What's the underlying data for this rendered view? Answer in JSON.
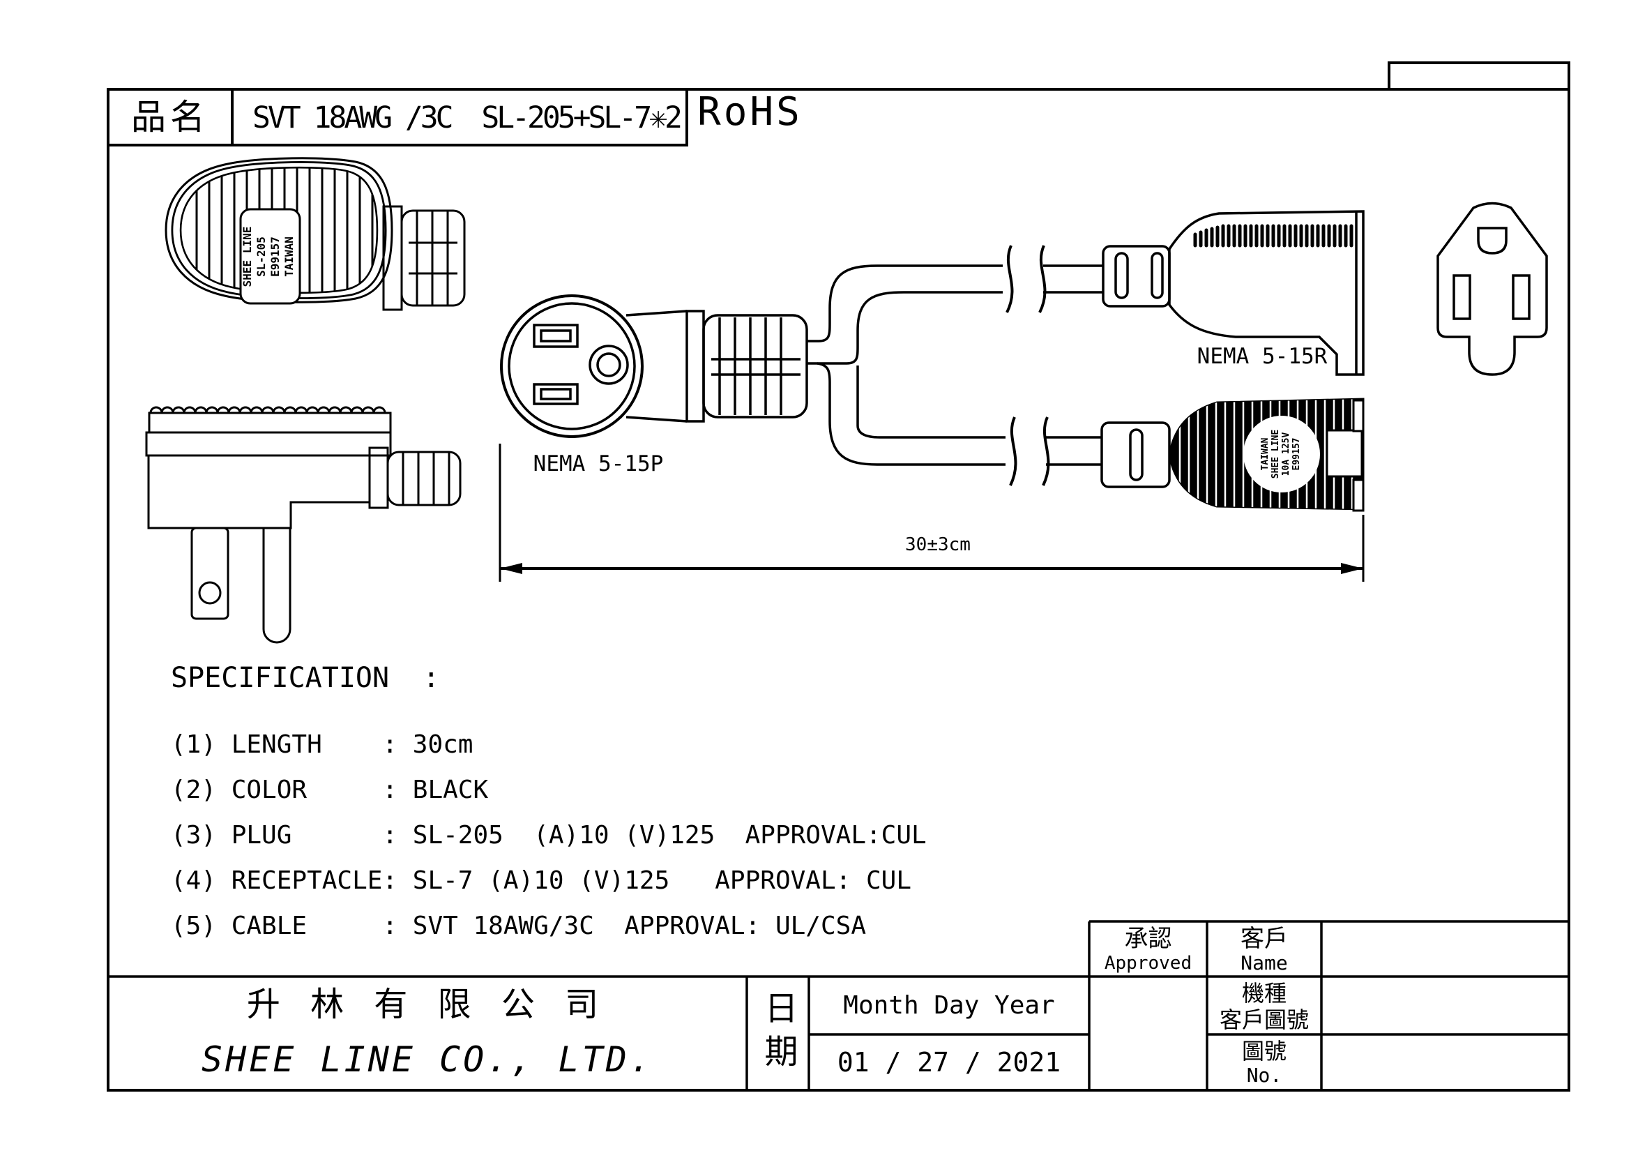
{
  "sheet": {
    "product_label": "品名",
    "product_name": "SVT 18AWG /3C  SL-205+SL-7✳2",
    "rohs": "RoHS"
  },
  "diagram": {
    "plug_marking": [
      "SHEE LINE",
      "SL-205",
      "E99157",
      "TAIWAN"
    ],
    "receptacle_marking": [
      "TAIWAN",
      "SHEE LINE",
      "10A 125V",
      "E99157"
    ],
    "plug_caption": "NEMA 5-15P",
    "receptacle_caption": "NEMA 5-15R",
    "cable_length_dim": "30±3cm"
  },
  "specification": {
    "heading": "SPECIFICATION  :",
    "items": [
      "(1) LENGTH    : 30cm",
      "(2) COLOR     : BLACK",
      "(3) PLUG      : SL-205  (A)10 (V)125  APPROVAL:CUL",
      "(4) RECEPTACLE: SL-7 (A)10 (V)125   APPROVAL: CUL",
      "(5) CABLE     : SVT 18AWG/3C  APPROVAL: UL/CSA"
    ]
  },
  "title_block": {
    "company_zh": "升 林 有 限 公 司",
    "company_en": "SHEE LINE CO., LTD.",
    "date_label_zh": "日期",
    "date_header": "Month Day Year",
    "date_value": "01 / 27 / 2021",
    "approved_zh": "承認",
    "approved_en": "Approved",
    "customer_zh": "客戶",
    "customer_en": "Name",
    "model_zh": "機種",
    "customer_dwg_zh": "客戶圖號",
    "dwg_no_zh": "圖號",
    "dwg_no_en": "No."
  }
}
